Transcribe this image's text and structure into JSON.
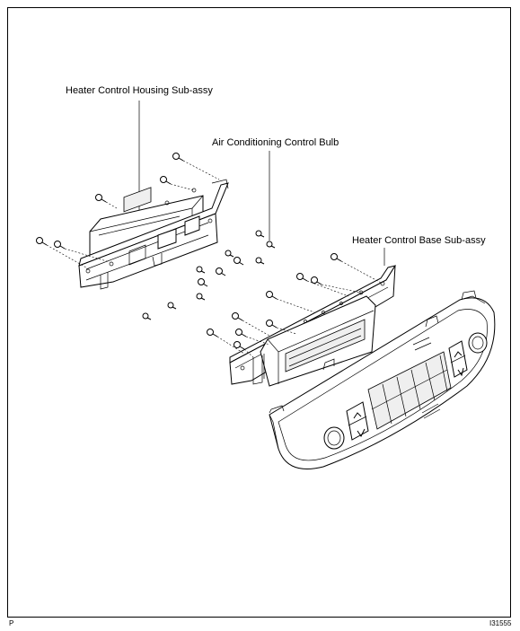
{
  "labels": {
    "housing": "Heater Control Housing Sub-assy",
    "bulb": "Air Conditioning Control Bulb",
    "base": "Heater Control Base Sub-assy"
  },
  "corner": {
    "left": "P",
    "right": "I31555"
  }
}
